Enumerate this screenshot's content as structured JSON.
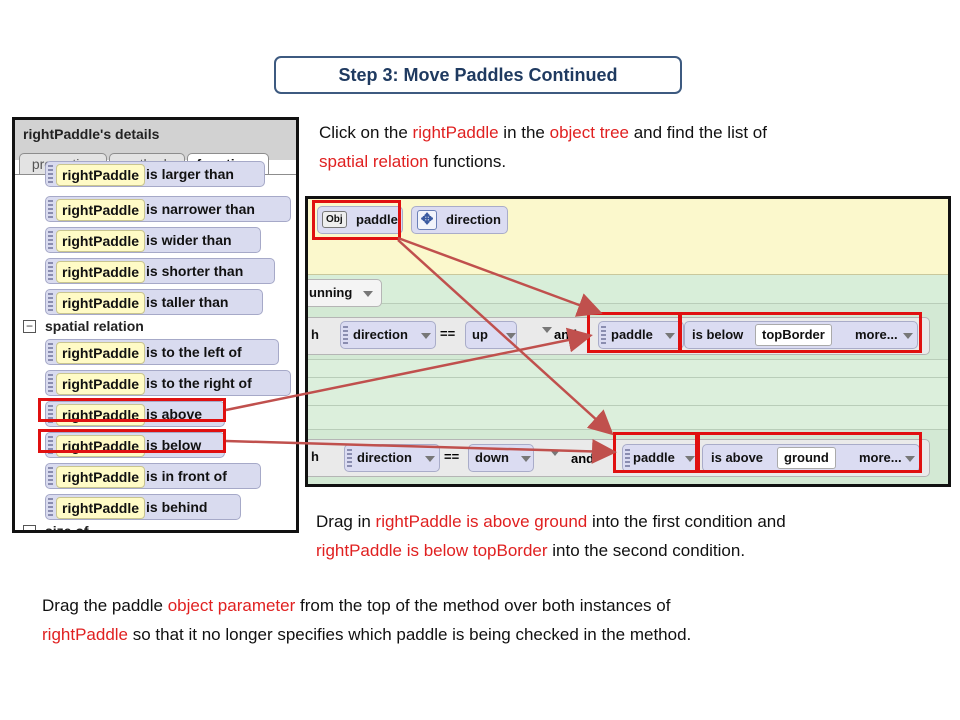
{
  "title": "Step 3: Move Paddles Continued",
  "instruction1": {
    "t1": "Click on the ",
    "r1": "rightPaddle",
    "t2": " in the ",
    "r2": "object tree",
    "t3": " and find the list of",
    "r3": "spatial relation",
    "t4": " functions."
  },
  "instruction2": {
    "t1": "Drag in ",
    "r1": "rightPaddle is above ground",
    "t2": " into the first condition and",
    "r2": "rightPaddle is below topBorder",
    "t3": " into the second condition."
  },
  "instruction3": {
    "t1": "Drag the paddle ",
    "r1": "object parameter",
    "t2": " from the top of the method over both instances of",
    "r2": "rightPaddle",
    "t3": " so that it no longer specifies which paddle is being checked in the method."
  },
  "details_panel": {
    "title": "rightPaddle's details",
    "tabs": [
      "properties",
      "methods",
      "functions"
    ],
    "active_tab": "functions",
    "object": "rightPaddle",
    "cut_item": "is larger than",
    "size_items": [
      "is narrower than",
      "is wider than",
      "is shorter than",
      "is taller than"
    ],
    "section_toggle": "−",
    "section": "spatial relation",
    "spatial_items": [
      "is to the left of",
      "is to the right of",
      "is above",
      "is below",
      "is in front of",
      "is behind"
    ],
    "next_section": "size of"
  },
  "code_panel": {
    "param_badge": "Obj",
    "param_name": "paddle",
    "param2_name": "direction",
    "running_label": "unning",
    "row_stub": "h",
    "cond1": {
      "left": "direction",
      "op": "==",
      "value": "up",
      "joiner": "and",
      "obj": "paddle",
      "relation": "is below",
      "target": "topBorder",
      "more": "more..."
    },
    "cond2": {
      "left": "direction",
      "op": "==",
      "value": "down",
      "joiner": "and",
      "obj": "paddle",
      "relation": "is above",
      "target": "ground",
      "more": "more..."
    }
  },
  "colors": {
    "highlight": "#e01010",
    "arrow": "#c0504d",
    "title_border": "#3d5a80",
    "emphasis": "#e02020"
  }
}
